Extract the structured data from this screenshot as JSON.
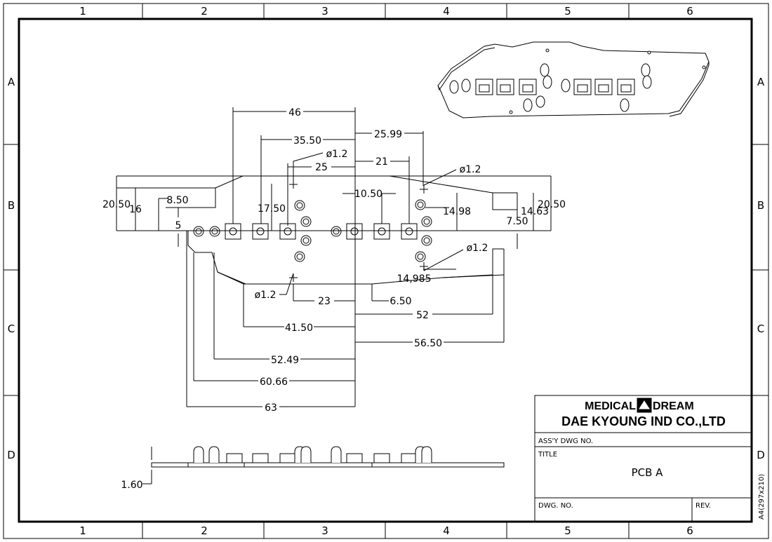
{
  "grid": {
    "columns": [
      "1",
      "2",
      "3",
      "4",
      "5",
      "6"
    ],
    "rows": [
      "A",
      "B",
      "C",
      "D"
    ]
  },
  "dimensions": {
    "d46": "46",
    "d35_50": "35.50",
    "d25_99": "25.99",
    "d25": "25",
    "d21": "21",
    "phi_top_left": "ø1.2",
    "phi_top_right": "ø1.2",
    "phi_mid_right": "ø1.2",
    "phi_bottom_left": "ø1.2",
    "d20_50_left": "20.50",
    "d16": "16",
    "d8_50": "8.50",
    "d5": "5",
    "d17_50": "17.50",
    "d10_50": "10.50",
    "d14_98": "14.98",
    "d14_63": "14.63",
    "d20_50_right": "20.50",
    "d7_50": "7.50",
    "d14_985": "14,985",
    "d23": "23",
    "d6_50": "6.50",
    "d52": "52",
    "d41_50": "41.50",
    "d56_50": "56.50",
    "d52_49": "52.49",
    "d60_66": "60.66",
    "d63": "63",
    "d1_60": "1.60"
  },
  "title_block": {
    "brand_left": "MEDICAL",
    "brand_right": "DREAM",
    "company": "DAE KYOUNG IND CO.,LTD",
    "assy_label": "ASS'Y DWG NO.",
    "title_label": "TITLE",
    "title_value": "PCB A",
    "dwg_no_label": "DWG. NO.",
    "rev_label": "REV.",
    "sheet_size": "A4(297x210)"
  }
}
